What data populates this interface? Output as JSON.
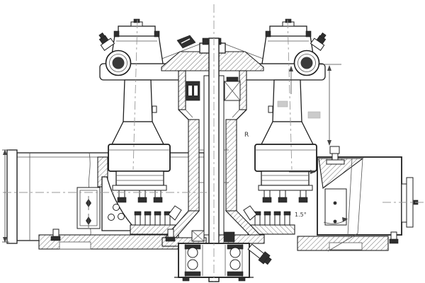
{
  "document": {
    "type": "engineering-section-drawing",
    "description": "Cross-section assembly drawing of a symmetrical twin-cylinder apparatus with a central vertical shaft, left intake pipe, right housing block and bearing units"
  },
  "annotations": {
    "angle_label": "1.5°",
    "radius_label": "R"
  },
  "colors": {
    "background": "#ffffff",
    "line": "#1f1f1f",
    "centerline": "#999999",
    "dark_fill": "#2f2f2f",
    "hatch": "#4a4a4a",
    "dim": "#444444"
  }
}
